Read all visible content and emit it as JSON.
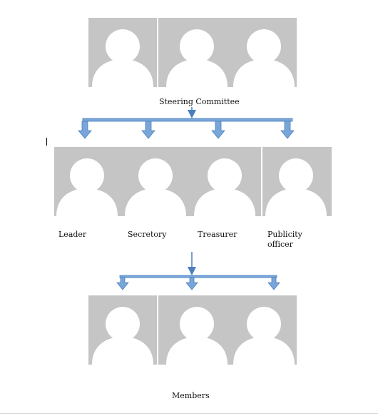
{
  "steering_committee": {
    "label": "Steering Committee",
    "icons": [
      "person-silhouette-icon",
      "person-silhouette-icon",
      "person-silhouette-icon"
    ]
  },
  "officers": {
    "icons": [
      "person-silhouette-icon",
      "person-silhouette-icon",
      "person-silhouette-icon",
      "person-silhouette-icon"
    ],
    "roles": [
      {
        "label": "Leader"
      },
      {
        "label": "Secretory"
      },
      {
        "label": "Treasurer"
      },
      {
        "label_line1": "Publicity",
        "label_line2": "officer"
      }
    ]
  },
  "members": {
    "label": "Members",
    "icons": [
      "person-silhouette-icon",
      "person-silhouette-icon",
      "person-silhouette-icon"
    ]
  },
  "colors": {
    "panel_background": "#c5c5c5",
    "silhouette": "#ffffff",
    "arrow_fill": "#79a6d8",
    "arrow_stroke": "#4a7fbf"
  }
}
